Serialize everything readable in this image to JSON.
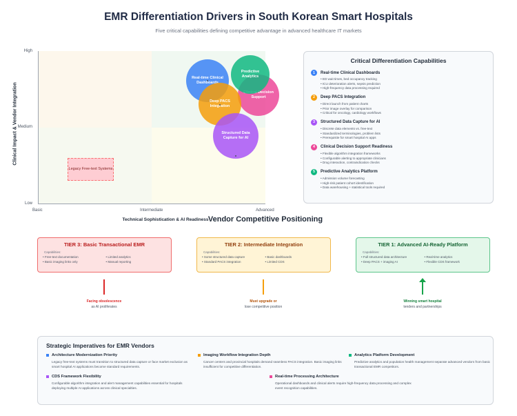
{
  "title": "EMR Differentiation Drivers in South Korean Smart Hospitals",
  "subtitle": "Five critical capabilities defining competitive advantage in advanced healthcare IT markets",
  "chart_data": {
    "type": "scatter",
    "xlabel": "Technical Sophistication & AI Readiness",
    "ylabel": "Clinical Impact & Vendor Integration",
    "x_ticks": [
      "Basic",
      "Intermediate",
      "Advanced"
    ],
    "y_ticks": [
      "High",
      "Medium",
      "Low"
    ],
    "points": [
      {
        "label": "Real-time Clinical Dashboards",
        "color": "#3b82f6"
      },
      {
        "label": "Clinical Decision Support",
        "color": "#ec4899"
      },
      {
        "label": "Deep PACS Integration",
        "color": "#f59e0b"
      },
      {
        "label": "Predictive Analytics",
        "color": "#10b981"
      },
      {
        "label": "Structured Data Capture for AI",
        "color": "#a855f7"
      }
    ],
    "legacy_label": "Legacy Free-text Systems"
  },
  "capabilities": {
    "title": "Critical Differentiation Capabilities",
    "items": [
      {
        "num": "1",
        "color": "#3b82f6",
        "title": "Real-time Clinical Dashboards",
        "bullets": [
          "ED wait times, bed occupancy tracking",
          "ICU deterioration alerts, sepsis prediction",
          "High-frequency data processing required"
        ]
      },
      {
        "num": "2",
        "color": "#f59e0b",
        "title": "Deep PACS Integration",
        "bullets": [
          "Direct launch from patient charts",
          "Prior image overlay for comparison",
          "Critical for oncology, cardiology workflows"
        ]
      },
      {
        "num": "3",
        "color": "#a855f7",
        "title": "Structured Data Capture for AI",
        "bullets": [
          "Discrete data elements vs. free-text",
          "Standardized terminologies, problem lists",
          "Prerequisite for smart hospital AI apps"
        ]
      },
      {
        "num": "4",
        "color": "#ec4899",
        "title": "Clinical Decision Support Readiness",
        "bullets": [
          "Flexible algorithm integration frameworks",
          "Configurable alerting to appropriate clinicians",
          "Drug interaction, contraindication checks"
        ]
      },
      {
        "num": "5",
        "color": "#10b981",
        "title": "Predictive Analytics Platform",
        "bullets": [
          "Admission volume forecasting",
          "High-risk patient cohort identification",
          "Data warehousing + statistical tools required"
        ]
      }
    ]
  },
  "positioning_title": "Vendor Competitive Positioning",
  "tiers": [
    {
      "title": "TIER 3: Basic Transactional EMR",
      "cap_label": "Capabilities:",
      "items": [
        "Free-text documentation",
        "Limited analytics",
        "Basic imaging links only",
        "Manual reporting"
      ],
      "outcome_title": "Facing obsolescence",
      "outcome_text": "as AI proliferates"
    },
    {
      "title": "TIER 2: Intermediate Integration",
      "cap_label": "Capabilities:",
      "items": [
        "Some structured data capture",
        "Basic dashboards",
        "Standard PACS integration",
        "Limited CDS"
      ],
      "outcome_title": "Must upgrade or",
      "outcome_text": "lose competitive position"
    },
    {
      "title": "TIER 1: Advanced AI-Ready Platform",
      "cap_label": "Capabilities:",
      "items": [
        "Full structured data architecture",
        "Real-time analytics",
        "Deep PACS + imaging AI",
        "Flexible CDS framework"
      ],
      "outcome_title": "Winning smart hospital",
      "outcome_text": "tenders and partnerships"
    }
  ],
  "strategic": {
    "title": "Strategic Imperatives for EMR Vendors",
    "items": [
      {
        "color": "#3b82f6",
        "title": "Architecture Modernization Priority",
        "text": "Legacy free-text systems must transition to structured data capture or face market exclusion as smart hospital AI applications become standard requirements."
      },
      {
        "color": "#f59e0b",
        "title": "Imaging Workflow Integration Depth",
        "text": "Cancer centers and provincial hospitals demand seamless PACS integration. Basic imaging links insufficient for competitive differentiation."
      },
      {
        "color": "#10b981",
        "title": "Analytics Platform Development",
        "text": "Predictive analytics and population health management separate advanced vendors from basic transactional EMR competitors."
      },
      {
        "color": "#a855f7",
        "title": "CDS Framework Flexibility",
        "text": "Configurable algorithm integration and alert management capabilities essential for hospitals deploying multiple AI applications across clinical specialties."
      },
      {
        "color": "#ec4899",
        "title": "Real-time Processing Architecture",
        "text": "Operational dashboards and clinical alerts require high-frequency data processing and complex event recognition capabilities."
      }
    ]
  }
}
